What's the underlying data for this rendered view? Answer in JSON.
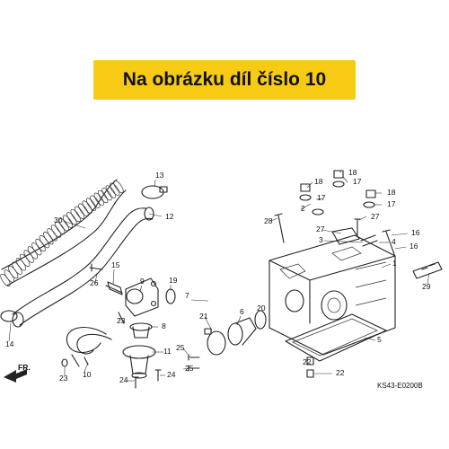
{
  "banner": {
    "text": "Na obrázku díl číslo 10",
    "bg": "#f7cb14"
  },
  "diagram": {
    "figure_code": "KS43-E0200B",
    "front_marker": "FR.",
    "callouts": [
      "13",
      "18",
      "18",
      "30",
      "12",
      "17",
      "18",
      "17",
      "17",
      "2",
      "28",
      "27",
      "27",
      "3",
      "4",
      "16",
      "16",
      "1",
      "29",
      "15",
      "9",
      "19",
      "7",
      "21",
      "6",
      "20",
      "26",
      "23",
      "8",
      "14",
      "5",
      "25",
      "11",
      "25",
      "10",
      "23",
      "24",
      "24",
      "22",
      "22"
    ]
  }
}
